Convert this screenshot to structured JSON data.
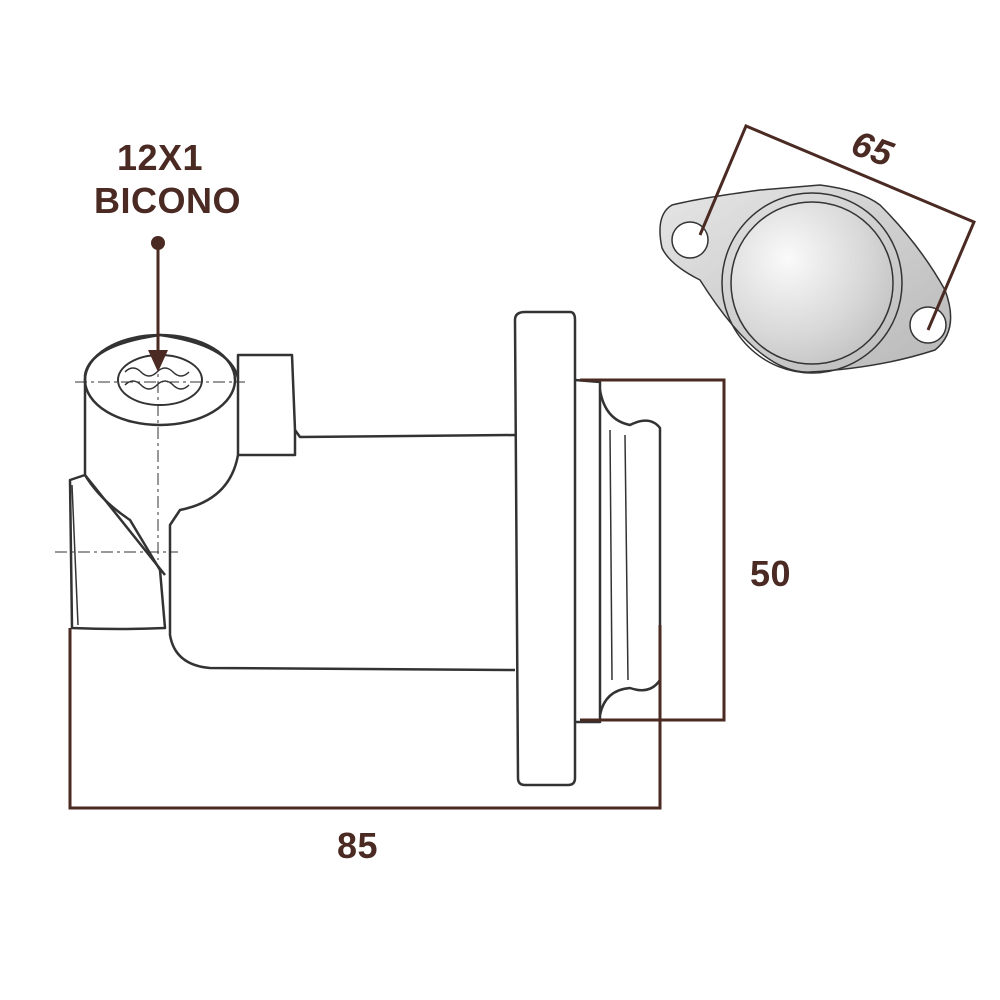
{
  "labels": {
    "thread_size": "12X1",
    "thread_type": "BICONO",
    "dim_flange_holes": "65",
    "dim_height": "50",
    "dim_length": "85"
  },
  "colors": {
    "dimension": "#4a2a22",
    "drawing": "#333333",
    "flange_fill": "#c8c8c8"
  }
}
